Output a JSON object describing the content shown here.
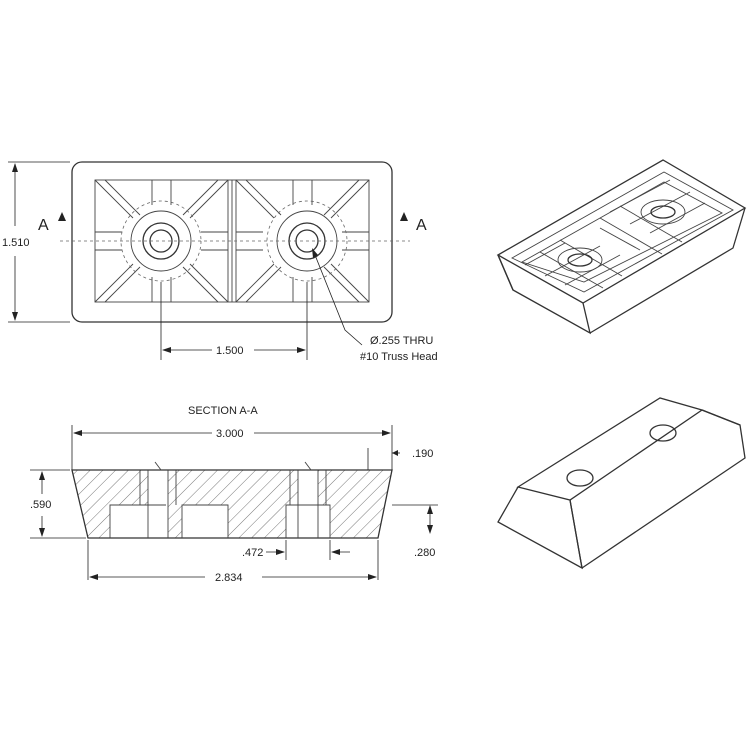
{
  "section_marker_left": "A",
  "section_marker_right": "A",
  "dims": {
    "height_total": "1.510",
    "hole_spacing": "1.500",
    "hole_note_line1": "Ø.255 THRU",
    "hole_note_line2": "#10 Truss Head",
    "section_title": "SECTION A-A",
    "length_total": "3.000",
    "top_step": ".190",
    "height_section": ".590",
    "counterbore": ".472",
    "pocket_depth": ".280",
    "base_length": "2.834"
  }
}
